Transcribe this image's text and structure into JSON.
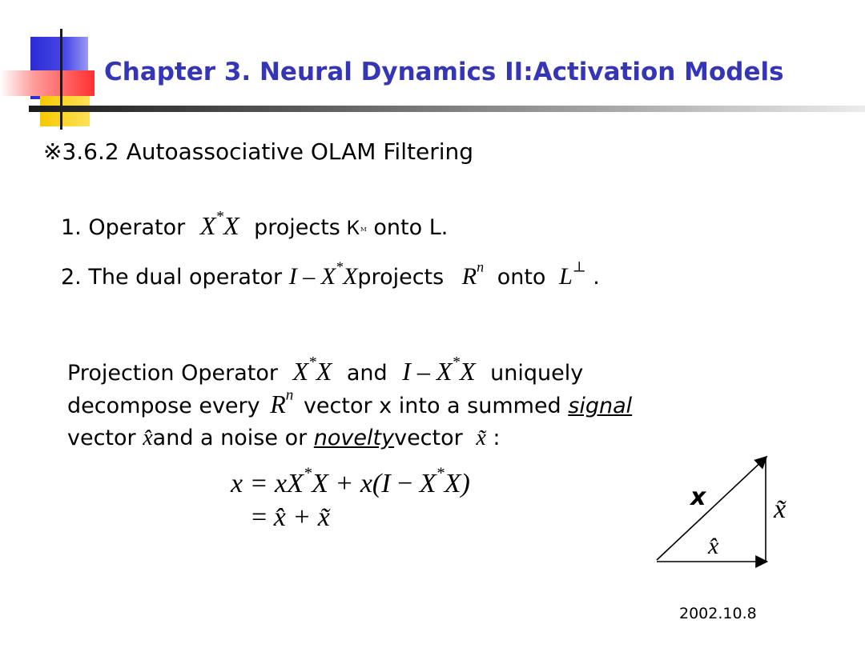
{
  "slide": {
    "title": "Chapter 3. Neural Dynamics II:Activation Models",
    "section": "※3.6.2 Autoassociative OLAM Filtering",
    "item1": {
      "number": "1.",
      "prefix": "Operator",
      "operator_base": "X",
      "operator_sup": "*",
      "operator_tail": "X",
      "middle": "projects",
      "garbled": "Ꮶ",
      "garbled_small": "ᴹ",
      "suffix": "onto L."
    },
    "item2": {
      "number": "2.",
      "prefix": "The dual operator",
      "op_I": "I",
      "op_minus": "–",
      "op_X": "X",
      "op_sup": "*",
      "op_X2": "X",
      "middle": "projects",
      "space_base": "R",
      "space_sup": "n",
      "onto": "onto",
      "perp_base": "L",
      "perp_sup": "⊥",
      "end": "."
    },
    "paragraph": {
      "line1_a": "Projection Operator",
      "line1_and": "and",
      "line1_b": "uniquely",
      "line2_a": "decompose  every",
      "line2_b": "vector x into a summed",
      "line2_signal": "signal",
      "line3_a": "vector",
      "line3_b": "and a noise or",
      "line3_novelty": "novelty",
      "line3_c": "vector",
      "line3_colon": ":"
    },
    "equation": {
      "line1": "x = xX*X + x(I − X*X)",
      "line2": "= x̂ + x̃"
    },
    "diagram": {
      "hyp_label": "x",
      "base_label": "x̂",
      "vert_label": "x̃"
    },
    "date": "2002.10.8"
  }
}
